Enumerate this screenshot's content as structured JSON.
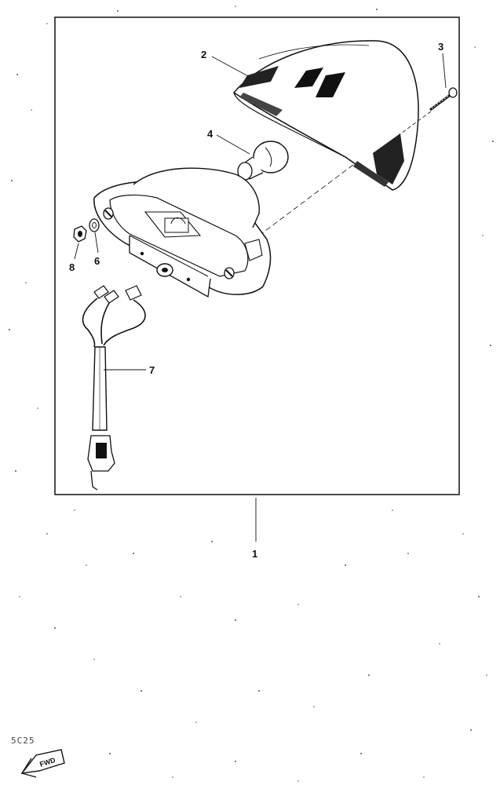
{
  "callouts": {
    "assembly": "1",
    "lens": "2",
    "screw": "3",
    "bulb": "4",
    "washer": "6",
    "wire_harness": "7",
    "nut": "8"
  },
  "corner_code": "5C25",
  "fwd_label": "FWD"
}
